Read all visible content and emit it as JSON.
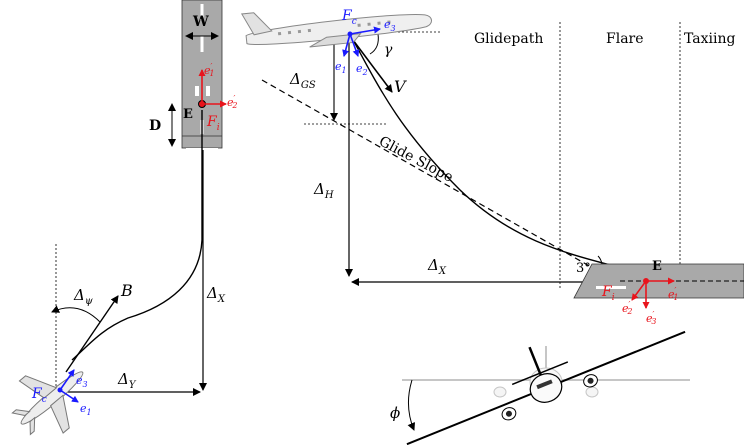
{
  "runway_top": {
    "width_label": "W",
    "distance_label": "D",
    "touch_point_label": "E",
    "frame_label": "F",
    "frame_sub": "i",
    "axis_e1p": "e",
    "axis_e1p_sub": "1",
    "axis_e2p": "e",
    "axis_e2p_sub": "2"
  },
  "top_view": {
    "delta_x": "Δ",
    "delta_x_sub": "X",
    "delta_y": "Δ",
    "delta_y_sub": "Y",
    "delta_psi": "Δ",
    "delta_psi_sub": "ψ",
    "heading_label": "B",
    "frame_label": "F",
    "frame_sub": "c",
    "axis_e1": "e",
    "axis_e1_sub": "1",
    "axis_e3": "e",
    "axis_e3_sub": "3"
  },
  "side_view": {
    "phase_glidepath": "Glidepath",
    "phase_flare": "Flare",
    "phase_taxiing": "Taxiing",
    "frame_label": "F",
    "frame_sub": "c",
    "axis_e1": "e",
    "axis_e1_sub": "1",
    "axis_e2": "e",
    "axis_e2_sub": "2",
    "axis_e3": "e",
    "axis_e3_sub": "3",
    "gamma_label": "γ",
    "velocity_label": "V",
    "delta_gs": "Δ",
    "delta_gs_sub": "GS",
    "delta_h": "Δ",
    "delta_h_sub": "H",
    "delta_x": "Δ",
    "delta_x_sub": "X",
    "glide_slope_label": "Glide Slope",
    "angle_label": "3°",
    "touch_point_label": "E",
    "runway_frame_label": "F",
    "runway_frame_sub": "i",
    "axis_e1p": "e",
    "axis_e1p_sub": "1",
    "axis_e2p": "e",
    "axis_e2p_sub": "2",
    "axis_e3p": "e",
    "axis_e3p_sub": "3"
  },
  "front_view": {
    "roll_label": "ϕ"
  },
  "colors": {
    "body_frame": "#1a1aff",
    "inertial_frame": "#e8141c",
    "runway": "#a9a9a9",
    "ink": "#000000"
  }
}
